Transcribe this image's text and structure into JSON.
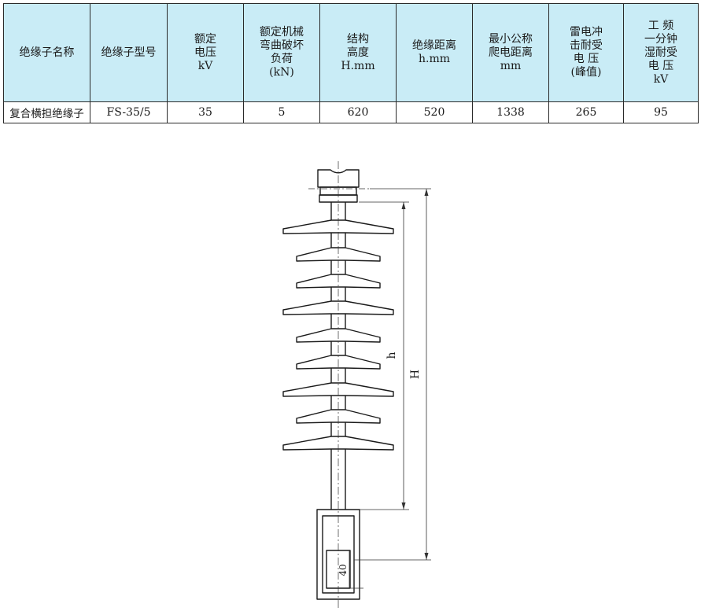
{
  "table": {
    "headers": [
      {
        "lines": [
          "绝缘子名称"
        ]
      },
      {
        "lines": [
          "绝缘子型号"
        ]
      },
      {
        "lines": [
          "额定",
          "电压",
          "kV"
        ]
      },
      {
        "lines": [
          "额定机械",
          "弯曲破坏",
          "负荷",
          "(kN)"
        ]
      },
      {
        "lines": [
          "结构",
          "高度",
          "H.mm"
        ]
      },
      {
        "lines": [
          "绝缘距离",
          "h.mm"
        ]
      },
      {
        "lines": [
          "最小公称",
          "爬电距离",
          "mm"
        ]
      },
      {
        "lines": [
          "雷电冲",
          "击耐受",
          "电  压",
          "(峰值)"
        ]
      },
      {
        "lines": [
          "工    频",
          "一分钟",
          "湿耐受",
          "电    压",
          "kV"
        ]
      }
    ],
    "rows": [
      [
        "复合横担绝缘子",
        "FS-35/5",
        "35",
        "5",
        "620",
        "520",
        "1338",
        "265",
        "95"
      ]
    ]
  },
  "drawing": {
    "dim_h_label": "h",
    "dim_H_label": "H",
    "dim_40_label": "40"
  }
}
